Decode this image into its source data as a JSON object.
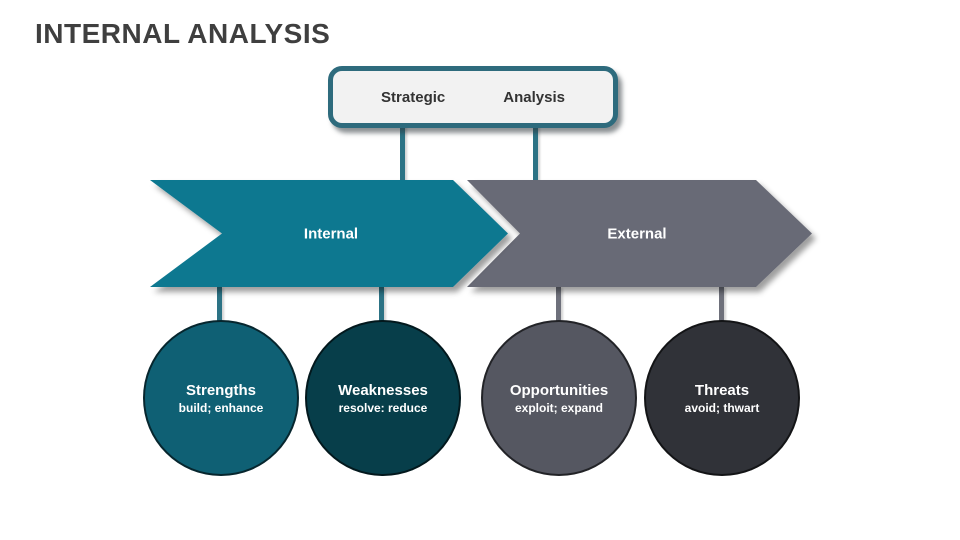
{
  "title": "INTERNAL ANALYSIS",
  "strategic_box": {
    "word1": "Strategic",
    "word2": "Analysis"
  },
  "arrows": {
    "internal": {
      "label": "Internal",
      "color": "#0b7890"
    },
    "external": {
      "label": "External",
      "color": "#686a76"
    }
  },
  "circles": [
    {
      "label": "Strengths",
      "sublabel": "build; enhance",
      "color": "#0f6074"
    },
    {
      "label": "Weaknesses",
      "sublabel": "resolve: reduce",
      "color": "#073e4a"
    },
    {
      "label": "Opportunities",
      "sublabel": "exploit; expand",
      "color": "#555761"
    },
    {
      "label": "Threats",
      "sublabel": "avoid; thwart",
      "color": "#303238"
    }
  ],
  "colors": {
    "title_text": "#3f3f3f",
    "accent_teal": "#0b7890",
    "accent_gray": "#686a76",
    "connector_teal": "#2c7385",
    "connector_gray": "#6e707b",
    "box_border": "#2e6b7d",
    "box_fill": "#f2f2f2"
  }
}
